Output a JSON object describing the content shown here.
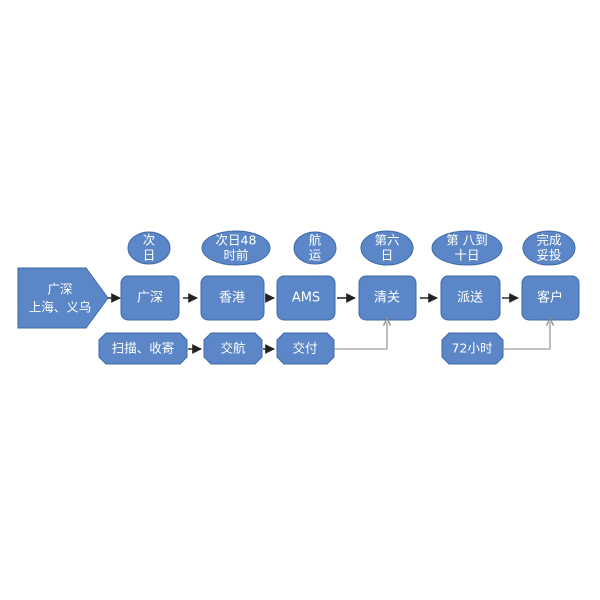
{
  "colors": {
    "fill": "#5b86c7",
    "stroke": "#3f6aa6",
    "text": "#ffffff",
    "arrow": "#222222",
    "connector": "#8a8a8a"
  },
  "source": {
    "lines": [
      "广深",
      "上海、义乌"
    ]
  },
  "stages": [
    {
      "id": "guangshen",
      "label": "广深",
      "time": [
        "次",
        "日"
      ]
    },
    {
      "id": "hongkong",
      "label": "香港",
      "time": [
        "次日48",
        "时前"
      ]
    },
    {
      "id": "ams",
      "label": "AMS",
      "time": [
        "航",
        "运"
      ]
    },
    {
      "id": "customs",
      "label": "清关",
      "time": [
        "第六",
        "日"
      ]
    },
    {
      "id": "delivery",
      "label": "派送",
      "time": [
        "第 八到",
        "十日"
      ]
    },
    {
      "id": "customer",
      "label": "客户",
      "time": [
        "完成",
        "妥投"
      ]
    }
  ],
  "sub_steps": [
    {
      "id": "scan",
      "label": "扫描、收寄"
    },
    {
      "id": "handover",
      "label": "交航"
    },
    {
      "id": "deliver",
      "label": "交付"
    },
    {
      "id": "hours",
      "label": "72小时"
    }
  ]
}
